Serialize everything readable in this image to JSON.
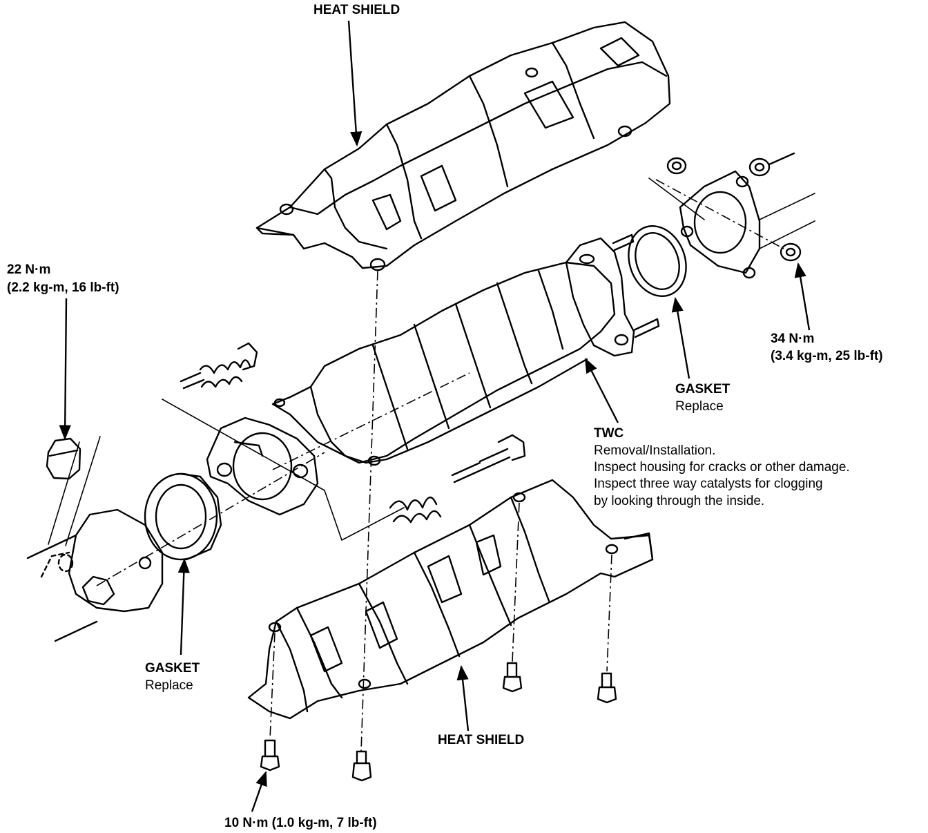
{
  "labels": {
    "heat_shield_top": "HEAT SHIELD",
    "torque_22": {
      "line1": "22 N·m",
      "line2": "(2.2 kg-m, 16 lb-ft)"
    },
    "torque_34": {
      "line1": "34 N·m",
      "line2": "(3.4 kg-m, 25 lb-ft)"
    },
    "gasket_right": {
      "title": "GASKET",
      "note": "Replace"
    },
    "twc": {
      "title": "TWC",
      "lines": [
        "Removal/Installation.",
        "Inspect housing for cracks or other damage.",
        "Inspect three way catalysts for clogging",
        "by looking through the inside."
      ]
    },
    "gasket_left": {
      "title": "GASKET",
      "note": "Replace"
    },
    "heat_shield_bottom": "HEAT SHIELD",
    "torque_10": "10 N·m (1.0 kg-m, 7 lb-ft)"
  },
  "colors": {
    "ink": "#000000",
    "paper": "#ffffff"
  }
}
